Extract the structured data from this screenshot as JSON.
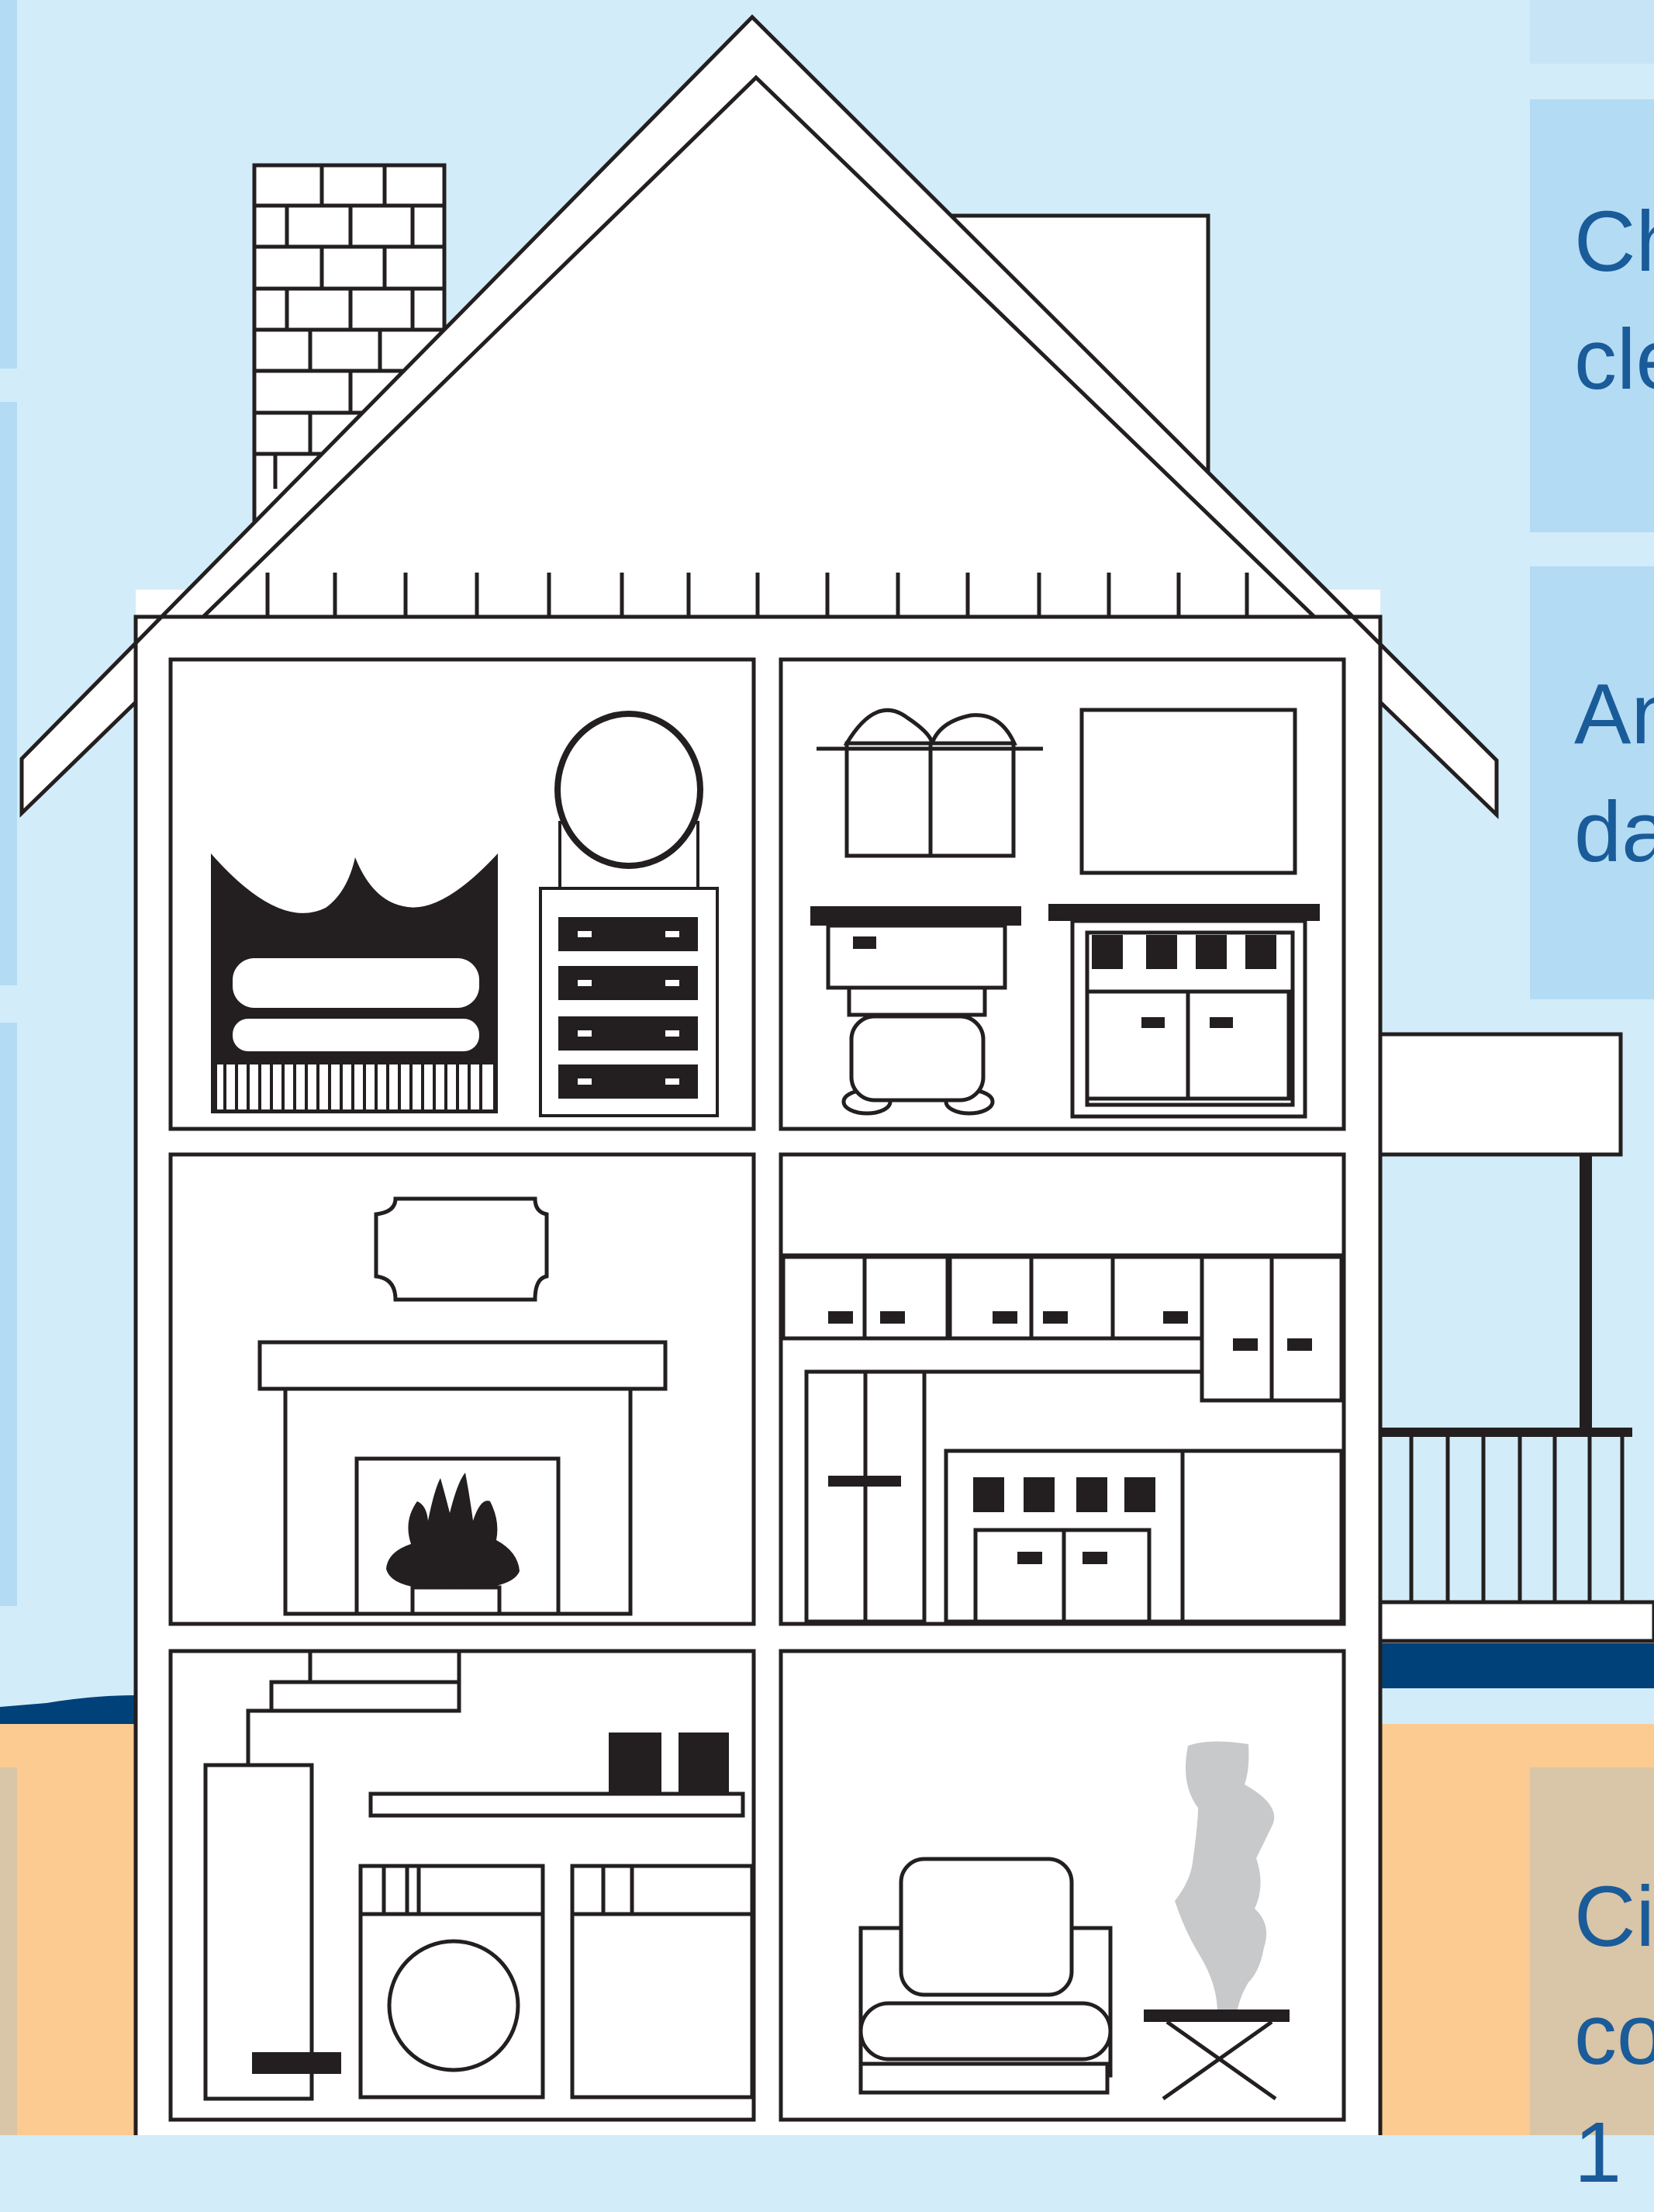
{
  "colors": {
    "sky": "#d3ecf9",
    "panel_blue": "#b3dbf4",
    "panel_top": "#c6e4f6",
    "ground": "#fbcb91",
    "ground_panel": "#d9c5a7",
    "water": "#004179",
    "text": "#1a5b99",
    "line": "#231f20",
    "smoke": "#c8c9cb"
  },
  "panels": {
    "chimney": {
      "line1": "Ch",
      "line2": "cle"
    },
    "appliances": {
      "line1": "An",
      "line2": "da"
    },
    "circulation": {
      "line1": "Ci",
      "line2": "co",
      "line3": "1"
    }
  },
  "icons": {
    "chimney": "chimney-icon",
    "bedroom": "bed-icon",
    "fireplace": "fireplace-icon",
    "kitchen": "kitchen-icon",
    "laundry": "water-heater-icon",
    "smoke": "smoke-icon"
  }
}
